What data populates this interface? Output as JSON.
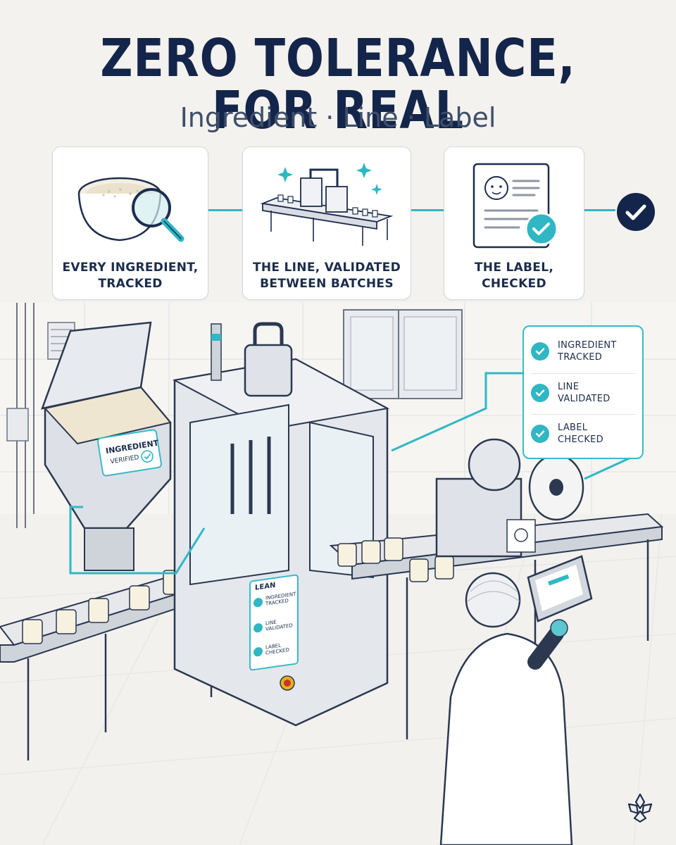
{
  "header": {
    "title": "ZERO TOLERANCE, FOR REAL",
    "subtitle": "Ingredient · Line · Label"
  },
  "steps": [
    {
      "label_line1": "EVERY INGREDIENT,",
      "label_line2": "TRACKED",
      "icon": "bowl-magnifier-icon"
    },
    {
      "label_line1": "THE LINE, VALIDATED",
      "label_line2": "BETWEEN BATCHES",
      "icon": "production-line-icon"
    },
    {
      "label_line1": "THE LABEL,",
      "label_line2": "CHECKED",
      "icon": "label-document-icon"
    }
  ],
  "final_icon": "check-circle-icon",
  "checklist": {
    "items": [
      {
        "label": "INGREDIENT\nTRACKED"
      },
      {
        "label": "LINE\nVALIDATED"
      },
      {
        "label": "LABEL\nCHECKED"
      }
    ]
  },
  "hopper_tag": {
    "line1": "INGREDIENT",
    "line2": "VERIFIED"
  },
  "control_panel": {
    "header": "LEAN",
    "items": [
      {
        "label": "INGREDIENT\nTRACKED"
      },
      {
        "label": "LINE\nVALIDATED"
      },
      {
        "label": "LABEL\nCHECKED"
      }
    ]
  },
  "colors": {
    "navy": "#13254a",
    "teal": "#30b8c4",
    "background": "#f4f2ee",
    "steel": "#c9ced6"
  }
}
